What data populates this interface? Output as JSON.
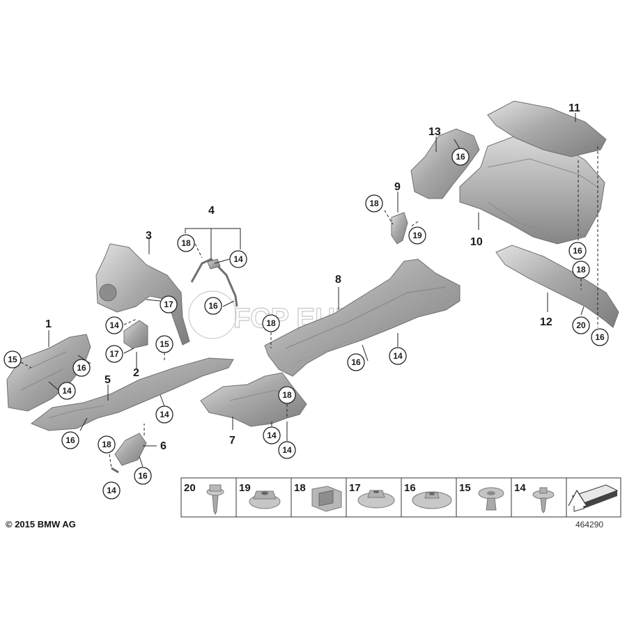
{
  "copyright": "© 2015 BMW AG",
  "diagram_id": "464290",
  "watermark": "FCP EURO",
  "part_numbers": [
    {
      "key": "p1",
      "label": "1"
    },
    {
      "key": "p2",
      "label": "2"
    },
    {
      "key": "p3",
      "label": "3"
    },
    {
      "key": "p4",
      "label": "4"
    },
    {
      "key": "p5",
      "label": "5"
    },
    {
      "key": "p6",
      "label": "6"
    },
    {
      "key": "p7",
      "label": "7"
    },
    {
      "key": "p8",
      "label": "8"
    },
    {
      "key": "p9",
      "label": "9"
    },
    {
      "key": "p10",
      "label": "10"
    },
    {
      "key": "p11",
      "label": "11"
    },
    {
      "key": "p12",
      "label": "12"
    },
    {
      "key": "p13",
      "label": "13"
    }
  ],
  "callouts": [
    {
      "key": "c1",
      "label": "15"
    },
    {
      "key": "c2",
      "label": "16"
    },
    {
      "key": "c3",
      "label": "14"
    },
    {
      "key": "c4",
      "label": "16"
    },
    {
      "key": "c5",
      "label": "14"
    },
    {
      "key": "c6",
      "label": "17"
    },
    {
      "key": "c7",
      "label": "15"
    },
    {
      "key": "c8",
      "label": "14"
    },
    {
      "key": "c9",
      "label": "18"
    },
    {
      "key": "c10",
      "label": "16"
    },
    {
      "key": "c11",
      "label": "14"
    },
    {
      "key": "c12",
      "label": "17"
    },
    {
      "key": "c13",
      "label": "18"
    },
    {
      "key": "c14",
      "label": "14"
    },
    {
      "key": "c15",
      "label": "16"
    },
    {
      "key": "c16",
      "label": "18"
    },
    {
      "key": "c17",
      "label": "16"
    },
    {
      "key": "c18",
      "label": "14"
    },
    {
      "key": "c19",
      "label": "18"
    },
    {
      "key": "c20",
      "label": "14"
    },
    {
      "key": "c21",
      "label": "14"
    },
    {
      "key": "c22",
      "label": "18"
    },
    {
      "key": "c23",
      "label": "19"
    },
    {
      "key": "c24",
      "label": "16"
    },
    {
      "key": "c25",
      "label": "16"
    },
    {
      "key": "c26",
      "label": "18"
    },
    {
      "key": "c27",
      "label": "20"
    },
    {
      "key": "c28",
      "label": "16"
    }
  ],
  "legend": [
    {
      "label": "20",
      "icon": "hex-screw-icon"
    },
    {
      "label": "19",
      "icon": "hex-nut-icon"
    },
    {
      "label": "18",
      "icon": "clip-nut-icon"
    },
    {
      "label": "17",
      "icon": "flange-nut-icon"
    },
    {
      "label": "16",
      "icon": "washer-nut-icon"
    },
    {
      "label": "15",
      "icon": "expanding-rivet-icon"
    },
    {
      "label": "14",
      "icon": "collar-screw-icon"
    }
  ],
  "legend_arrow_icon": "vehicle-front-arrow-icon"
}
